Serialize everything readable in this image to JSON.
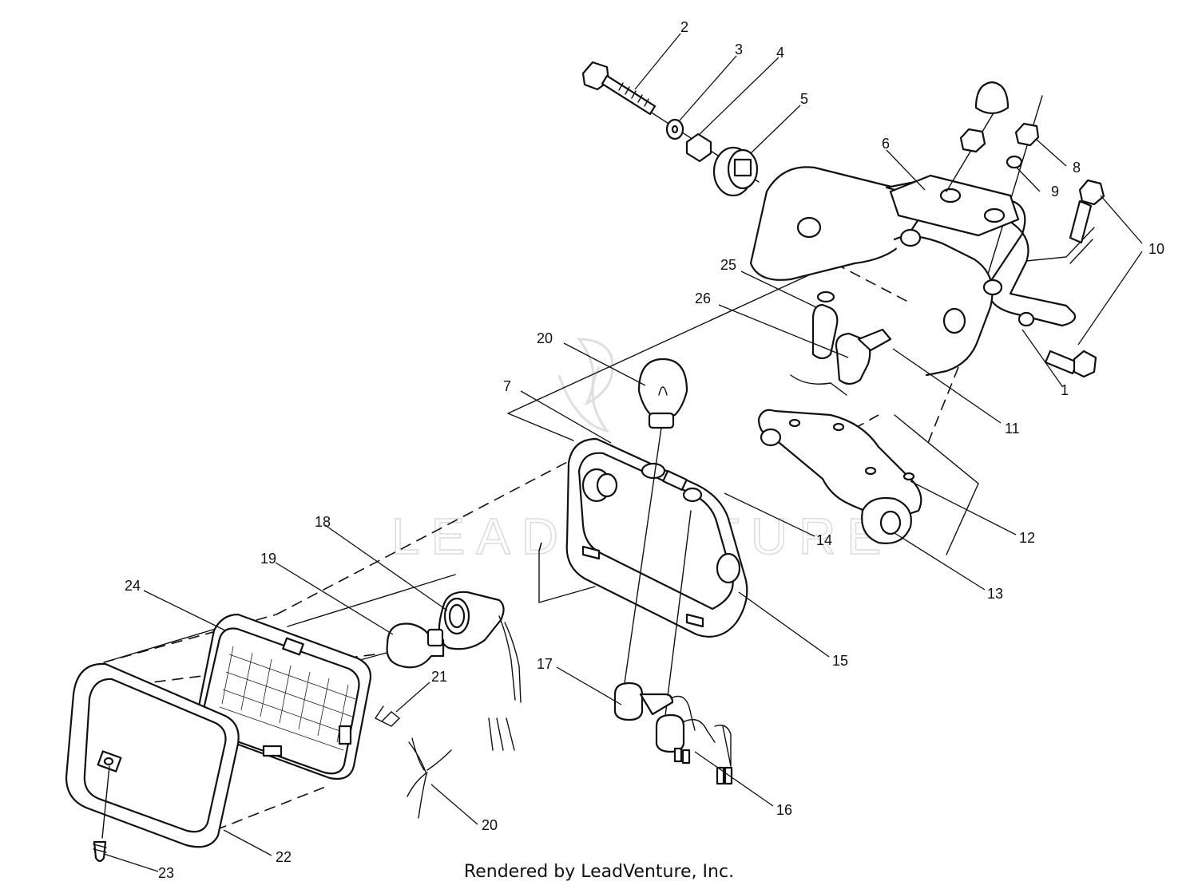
{
  "watermark": "LEADVENTURE",
  "footer": "Rendered by LeadVenture, Inc.",
  "callouts": [
    "1",
    "2",
    "3",
    "4",
    "5",
    "6",
    "7",
    "8",
    "9",
    "10",
    "11",
    "12",
    "13",
    "14",
    "15",
    "16",
    "17",
    "18",
    "19",
    "20",
    "20",
    "21",
    "22",
    "23",
    "24",
    "25",
    "26"
  ]
}
